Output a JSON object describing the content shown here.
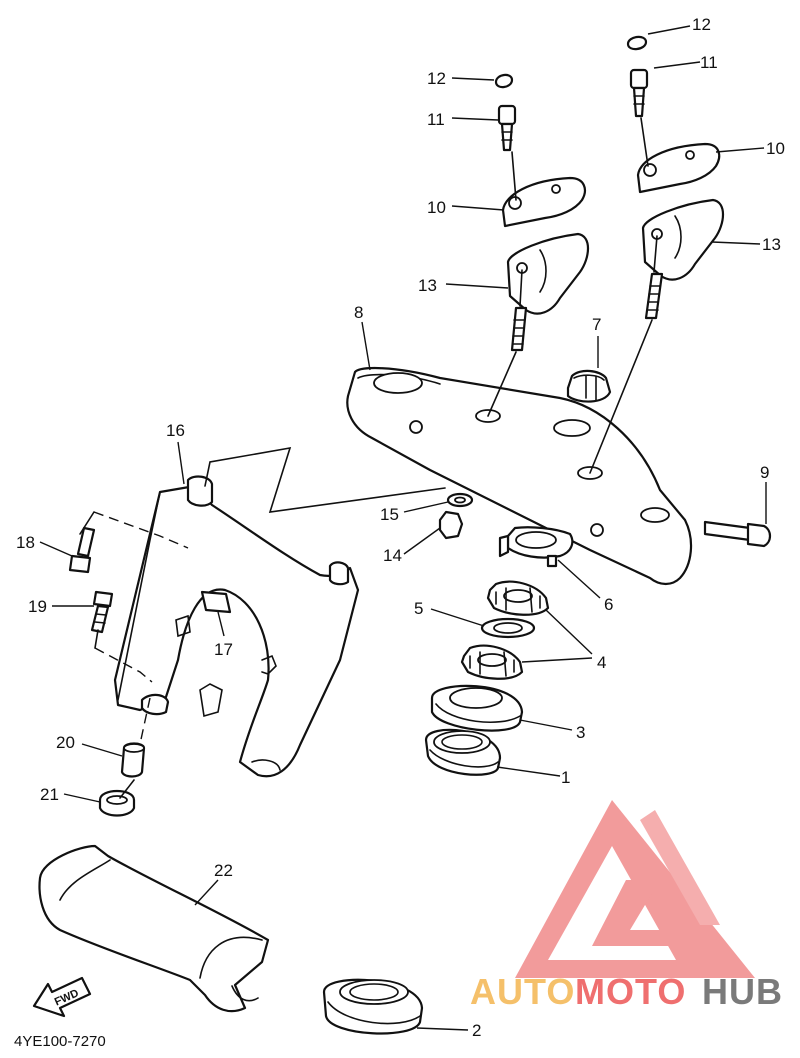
{
  "diagram": {
    "part_code": "4YE100-7270",
    "fwd_label": "FWD",
    "callouts": [
      {
        "id": "c1",
        "label": "1"
      },
      {
        "id": "c2",
        "label": "2"
      },
      {
        "id": "c3",
        "label": "3"
      },
      {
        "id": "c4",
        "label": "4"
      },
      {
        "id": "c5",
        "label": "5"
      },
      {
        "id": "c6",
        "label": "6"
      },
      {
        "id": "c7",
        "label": "7"
      },
      {
        "id": "c8",
        "label": "8"
      },
      {
        "id": "c9",
        "label": "9"
      },
      {
        "id": "c10a",
        "label": "10"
      },
      {
        "id": "c10b",
        "label": "10"
      },
      {
        "id": "c11a",
        "label": "11"
      },
      {
        "id": "c11b",
        "label": "11"
      },
      {
        "id": "c12a",
        "label": "12"
      },
      {
        "id": "c12b",
        "label": "12"
      },
      {
        "id": "c13a",
        "label": "13"
      },
      {
        "id": "c13b",
        "label": "13"
      },
      {
        "id": "c14",
        "label": "14"
      },
      {
        "id": "c15",
        "label": "15"
      },
      {
        "id": "c16",
        "label": "16"
      },
      {
        "id": "c17",
        "label": "17"
      },
      {
        "id": "c18",
        "label": "18"
      },
      {
        "id": "c19",
        "label": "19"
      },
      {
        "id": "c20",
        "label": "20"
      },
      {
        "id": "c21",
        "label": "21"
      },
      {
        "id": "c22",
        "label": "22"
      }
    ]
  },
  "watermark": {
    "part1": "AUTO",
    "part2": "MOTO",
    "part3": "HUB",
    "colors": {
      "auto": "#f5c06a",
      "moto": "#ef6f6f",
      "hub": "#7a7a7a",
      "logo": "#ef8a8a"
    }
  }
}
